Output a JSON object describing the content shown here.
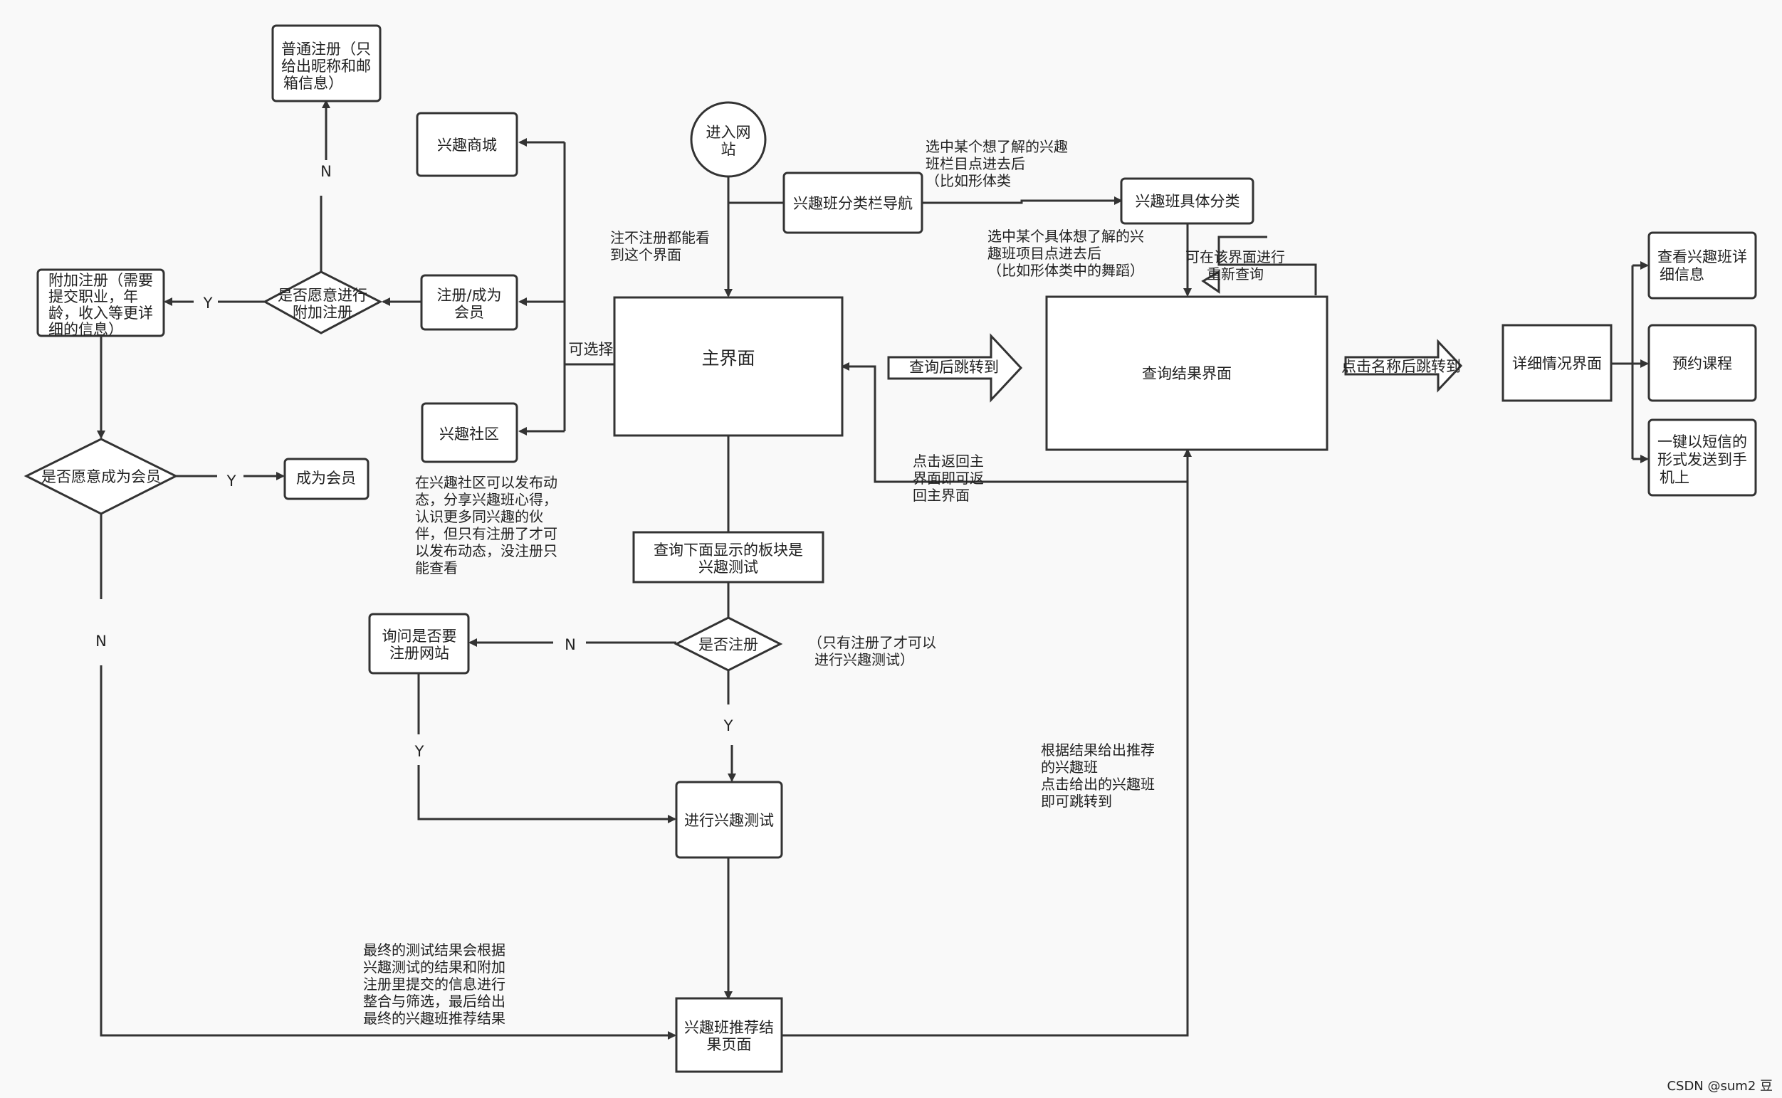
{
  "nodes": {
    "enter_site": [
      "进入网",
      "站"
    ],
    "main_ui": [
      "主界面"
    ],
    "category_nav": [
      "兴趣班分类栏导航"
    ],
    "category_detail": [
      "兴趣班具体分类"
    ],
    "query_result": [
      "查询结果界面"
    ],
    "detail_page": [
      "详细情况界面"
    ],
    "view_detail": [
      "查看兴趣班详",
      "细信息"
    ],
    "book_course": [
      "预约课程"
    ],
    "sms_send": [
      "一键以短信的",
      "形式发送到手",
      "机上"
    ],
    "shop": [
      "兴趣商城"
    ],
    "register_member": [
      "注册/成为",
      "会员"
    ],
    "community": [
      "兴趣社区"
    ],
    "normal_register": [
      "普通注册（只",
      "给出昵称和邮",
      "箱信息）"
    ],
    "extra_register": [
      "附加注册（需要",
      "提交职业，年",
      "龄，收入等更详",
      "细的信息）"
    ],
    "become_member": [
      "成为会员"
    ],
    "query_board": [
      "查询下面显示的板块是",
      "兴趣测试"
    ],
    "ask_register": [
      "询问是否要",
      "注册网站"
    ],
    "do_test": [
      "进行兴趣测试"
    ],
    "recommend_page": [
      "兴趣班推荐结",
      "果页面"
    ]
  },
  "decisions": {
    "want_extra": [
      "是否愿意进行",
      "附加注册"
    ],
    "want_member": [
      "是否愿意成为会员"
    ],
    "is_registered": [
      "是否注册"
    ]
  },
  "big_arrows": {
    "after_query": "查询后跳转到",
    "click_name": "点击名称后跳转到"
  },
  "edge_labels": {
    "n_normal": "N",
    "y_extra": "Y",
    "y_member": "Y",
    "n_member": "N",
    "n_ask": "N",
    "y_test": "Y",
    "y_ask": "Y",
    "optional": "可选择"
  },
  "notes": {
    "no_register": [
      "注不注册都能看",
      "到这个界面"
    ],
    "select_category": [
      "选中某个想了解的兴趣",
      "班栏目点进去后",
      "（比如形体类"
    ],
    "select_item": [
      "选中某个具体想了解的兴",
      "趣班项目点进去后",
      "（比如形体类中的舞蹈）"
    ],
    "requery": [
      "可在该界面进行",
      "重新查询"
    ],
    "back_main": [
      "点击返回主",
      "界面即可返",
      "回主界面"
    ],
    "community_note": [
      "在兴趣社区可以发布动",
      "态，分享兴趣班心得，",
      "认识更多同兴趣的伙",
      "伴，但只有注册了才可",
      "以发布动态，没注册只",
      "能查看"
    ],
    "only_registered": [
      "（只有注册了才可以",
      "进行兴趣测试）"
    ],
    "recommend_note": [
      "根据结果给出推荐",
      "的兴趣班",
      "点击给出的兴趣班",
      "即可跳转到"
    ],
    "final_note": [
      "最终的测试结果会根据",
      "兴趣测试的结果和附加",
      "注册里提交的信息进行",
      "整合与筛选，最后给出",
      "最终的兴趣班推荐结果"
    ]
  },
  "watermark": "CSDN @sum2 豆"
}
